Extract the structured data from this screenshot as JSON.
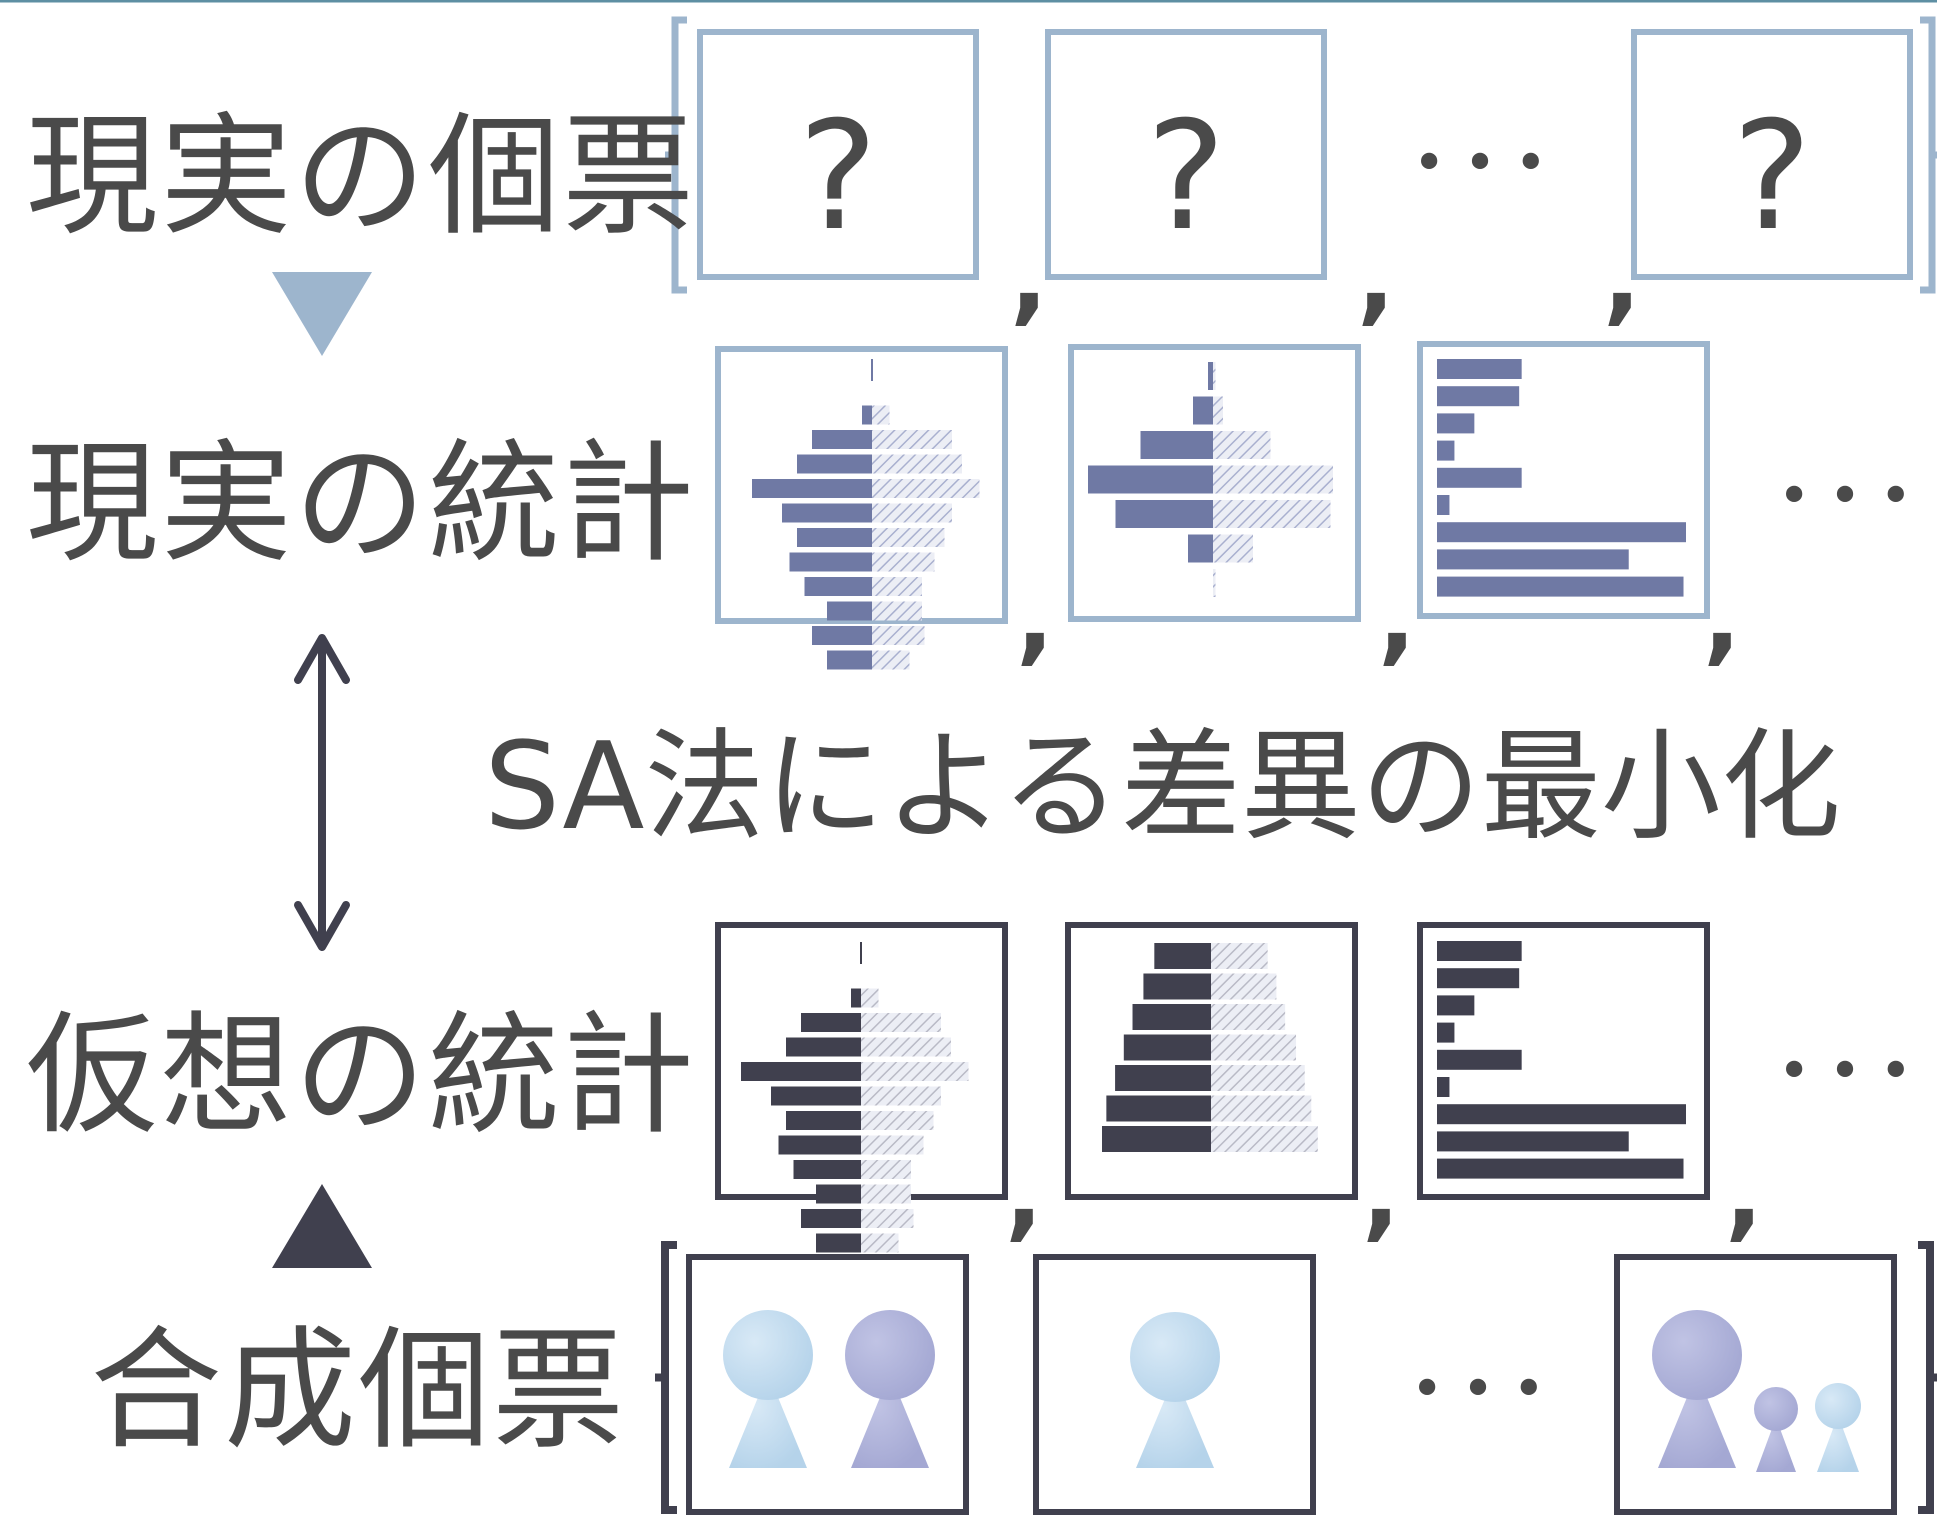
{
  "labels": {
    "real_microdata": "現実の個票",
    "real_statistics": "現実の統計",
    "method": "SA法による差異の最小化",
    "virtual_statistics": "仮想の統計",
    "synthetic_microdata": "合成個票"
  },
  "glyphs": {
    "unknown": "?",
    "ellipsis": "• • •",
    "comma": ","
  },
  "colors": {
    "real": "#9db5cd",
    "real_bar": "#6f79a4",
    "virtual": "#40404e",
    "text": "#4a4a4a",
    "person_light": "#b5d3ea",
    "person_purple": "#a4a8d3"
  },
  "icons": [
    "question-mark-icon",
    "down-triangle-icon",
    "up-triangle-icon",
    "double-arrow-icon",
    "person-icon",
    "population-pyramid-chart-icon",
    "horizontal-bar-chart-icon"
  ],
  "charts": {
    "pyramid_a": {
      "male": [
        0,
        0.08,
        0.48,
        0.6,
        0.96,
        0.72,
        0.6,
        0.66,
        0.54,
        0.36,
        0.48,
        0.36
      ],
      "female": [
        0,
        0.14,
        0.64,
        0.72,
        0.86,
        0.64,
        0.58,
        0.5,
        0.4,
        0.4,
        0.42,
        0.3
      ]
    },
    "pyramid_b": {
      "male": [
        0.04,
        0.16,
        0.58,
        1.0,
        0.78,
        0.2,
        0
      ],
      "female": [
        0.02,
        0.08,
        0.46,
        0.96,
        0.94,
        0.32,
        0.02
      ]
    },
    "pyramid_c": {
      "male": [
        0.52,
        0.62,
        0.72,
        0.8,
        0.88,
        0.96,
        1.0
      ],
      "female": [
        0.52,
        0.6,
        0.68,
        0.78,
        0.86,
        0.92,
        0.98
      ]
    },
    "hbar": [
      0.34,
      0.33,
      0.15,
      0.07,
      0.34,
      0.05,
      1.0,
      0.77,
      0.99
    ]
  }
}
